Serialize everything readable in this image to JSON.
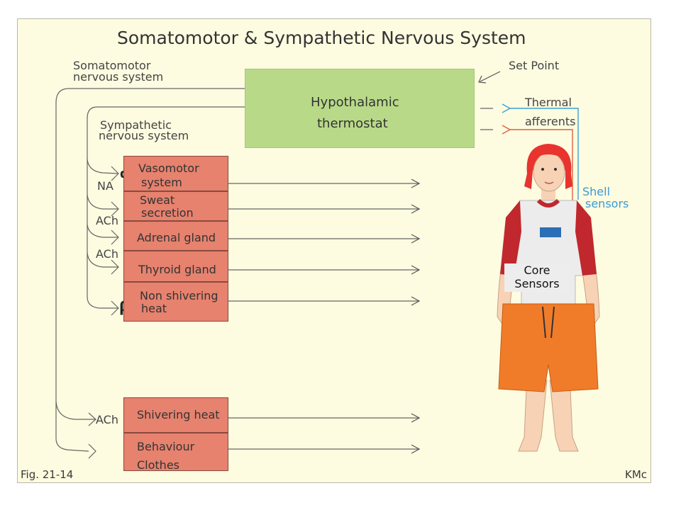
{
  "title": "Somatomotor & Sympathetic Nervous System",
  "somatomotor_label": [
    "Somatomotor",
    "nervous system"
  ],
  "sympathetic_label": [
    "Sympathetic",
    "nervous system"
  ],
  "thermostat": [
    "Hypothalamic",
    "thermostat"
  ],
  "set_point": "Set Point",
  "thermal_afferents": [
    "Thermal",
    "afferents"
  ],
  "shell_sensors": [
    "Shell",
    "sensors"
  ],
  "core_sensors": [
    "Core",
    "Sensors"
  ],
  "transmitters": {
    "na": "NA",
    "ach1": "ACh",
    "ach2": "ACh",
    "ach3": "ACh"
  },
  "receptors": {
    "alpha": "α",
    "beta": "β"
  },
  "effectors": [
    [
      "Vasomotor",
      "system"
    ],
    [
      "Sweat",
      "secretion"
    ],
    [
      "Adrenal  gland"
    ],
    [
      "Thyroid  gland"
    ],
    [
      "Non shivering",
      "heat"
    ]
  ],
  "motor_effectors": [
    [
      "Shivering heat"
    ],
    [
      "Behaviour",
      "Clothes"
    ]
  ],
  "fig_label": "Fig. 21-14",
  "author": "KMc",
  "colors": {
    "thermostat": "#b8da88",
    "effector": "#e6826e",
    "sensor_blue": "#3aa0d8",
    "afferent_red": "#e06040",
    "background": "#fdfbe0"
  }
}
